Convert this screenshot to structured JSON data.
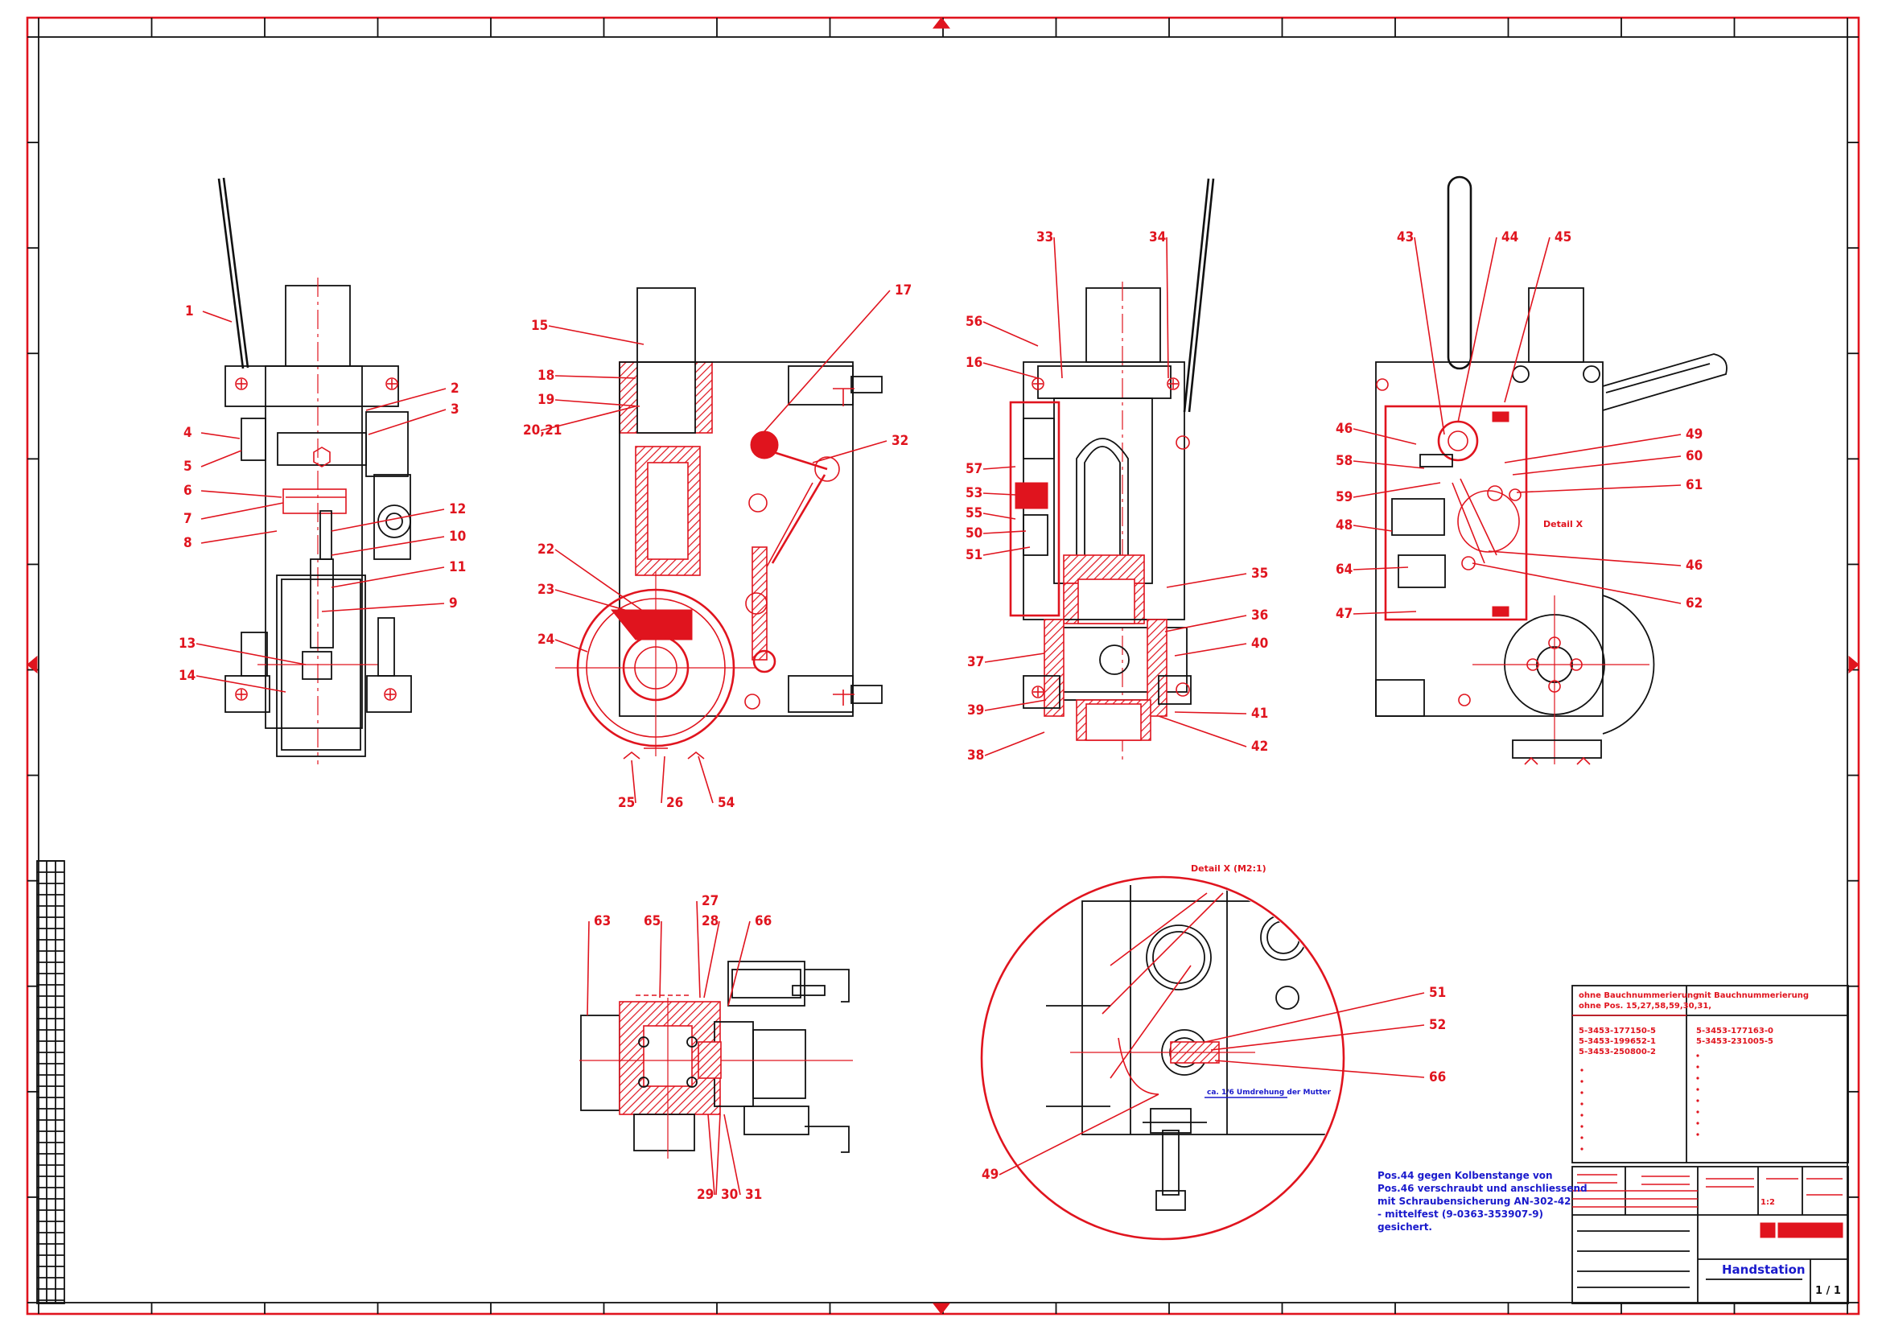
{
  "sheet": {
    "title": "Handstation",
    "detail_label": "Detail X",
    "detail_label_scaled": "Detail X (M2:1)"
  },
  "balloons": {
    "v1": [
      "1",
      "2",
      "3",
      "4",
      "5",
      "6",
      "7",
      "8",
      "12",
      "10",
      "11",
      "9",
      "13",
      "14"
    ],
    "v2": [
      "15",
      "17",
      "18",
      "19",
      "20,21",
      "32",
      "22",
      "23",
      "24",
      "25",
      "26",
      "54"
    ],
    "v3": [
      "33",
      "34",
      "56",
      "16",
      "57",
      "53",
      "55",
      "50",
      "51",
      "35",
      "36",
      "37",
      "40",
      "39",
      "41",
      "38",
      "42"
    ],
    "v4": [
      "43",
      "44",
      "45",
      "46",
      "58",
      "49",
      "60",
      "59",
      "61",
      "48",
      "46",
      "64",
      "47",
      "62"
    ],
    "v5": [
      "27",
      "28",
      "63",
      "65",
      "66",
      "29",
      "30",
      "31"
    ],
    "detail": [
      "51",
      "52",
      "66",
      "49"
    ]
  },
  "detail_note": "ca. 1/6 Umdrehung der Mutter",
  "assembly_note": [
    "Pos.44 gegen Kolbenstange von",
    "Pos.46 verschraubt und anschliessend",
    "mit Schraubensicherung AN-302-42",
    "- mittelfest (9-0363-353907-9)",
    "gesichert."
  ],
  "variant_table": {
    "left_header": [
      "ohne Bauchnummerierung",
      "ohne Pos. 15,27,58,59,30,31,"
    ],
    "right_header": "mit Bauchnummerierung",
    "left_rows": [
      "5-3453-177150-5",
      "5-3453-199652-1",
      "5-3453-250800-2"
    ],
    "right_rows": [
      "5-3453-177163-0",
      "5-3453-231005-5"
    ]
  },
  "title_block": {
    "scale": "1:2",
    "sheet": "1 / 1"
  },
  "colors": {
    "primary": "#e0141e",
    "outline": "#111111",
    "note": "#1a1acc"
  }
}
